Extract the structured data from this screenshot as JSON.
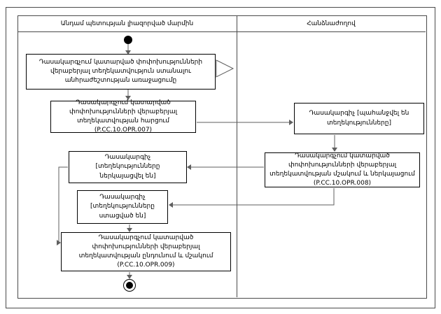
{
  "diagram": {
    "lanes": {
      "left_title": "Անդամ պետության լիազորված մարմին",
      "right_title": "Հանձնաժողով"
    },
    "nodes": {
      "need_arises": {
        "label": "Դասակարգչում կատարված փոփոխությունների վերաբերյալ տեղեկատվություն ստանալու անհրաժեշտության առաջացումը"
      },
      "request_info": {
        "label": "Դասակարգչում կատարված փոփոխությունների վերաբերյալ տեղեկատվության հարցում (P.CC.10.OPR.007)",
        "code": "P.CC.10.OPR.007"
      },
      "state_requested": {
        "label": "Դասակարգիչ [պահանջվել են տեղեկությունները]"
      },
      "process_and_present": {
        "label": "Դասակարգչում կատարված փոփոխությունների վերաբերյալ տեղեկատվության մշակում և ներկայացում (P.CC.10.OPR.008)",
        "code": "P.CC.10.OPR.008"
      },
      "state_presented": {
        "label": "Դասակարգիչ [տեղեկությունները ներկայացվել են]"
      },
      "state_received": {
        "label": "Դասակարգիչ [տեղեկությունները ստացված են]"
      },
      "receive_and_process": {
        "label": "Դասակարգչում կատարված փոփոխությունների վերաբերյալ տեղեկատվության ընդունում և մշակում (P.CC.10.OPR.009)",
        "code": "P.CC.10.OPR.009"
      }
    },
    "colors": {
      "box_border": "#000000",
      "flow_line": "#5f5f5f",
      "lane_line": "#4a4a4a",
      "background": "#ffffff"
    }
  }
}
